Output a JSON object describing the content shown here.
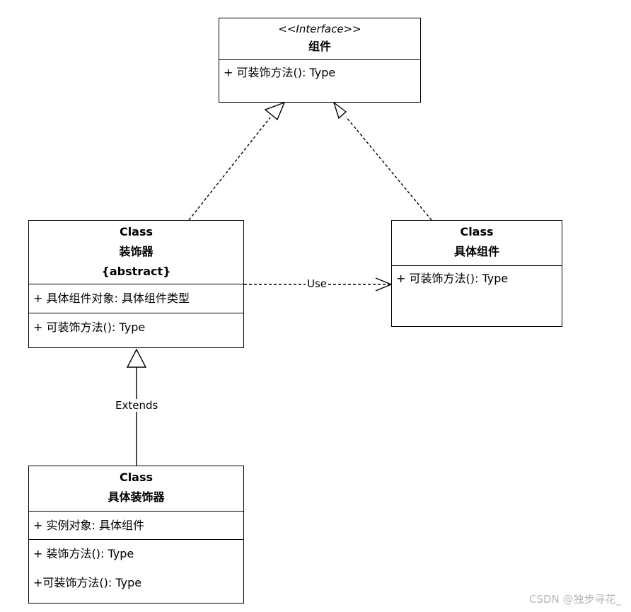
{
  "colors": {
    "stroke": "#000000",
    "background": "#ffffff",
    "watermark": "#b7b7b7"
  },
  "interface_box": {
    "stereotype": "<<Interface>>",
    "name": "组件",
    "operations": [
      "+ 可装饰方法(): Type"
    ]
  },
  "decorator_box": {
    "kind": "Class",
    "name": "装饰器",
    "modifier": "{abstract}",
    "attributes": [
      "+ 具体组件对象: 具体组件类型"
    ],
    "operations": [
      "+ 可装饰方法(): Type"
    ]
  },
  "concrete_component_box": {
    "kind": "Class",
    "name": "具体组件",
    "operations": [
      "+ 可装饰方法(): Type"
    ]
  },
  "concrete_decorator_box": {
    "kind": "Class",
    "name": "具体装饰器",
    "attributes": [
      "+ 实例对象: 具体组件"
    ],
    "operations": [
      "+ 装饰方法(): Type",
      "+可装饰方法(): Type"
    ]
  },
  "relations": {
    "use_label": "Use",
    "extends_label": "Extends"
  },
  "watermark": "CSDN @独步寻花_"
}
